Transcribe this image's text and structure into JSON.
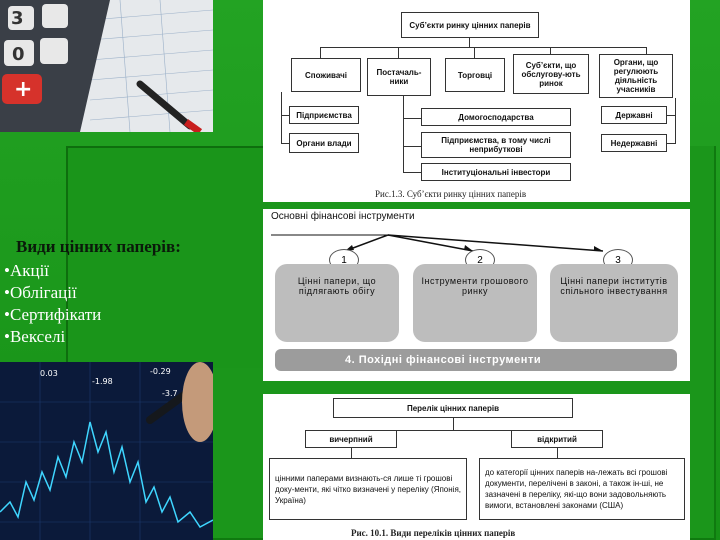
{
  "left_text": {
    "title": "Види цінних паперів:",
    "items": [
      "•Акції",
      "•Облігації",
      "•Сертифікати",
      "•Векселі"
    ]
  },
  "diagram1": {
    "top": "Суб’єкти ринку цінних паперів",
    "row": [
      "Споживачі",
      "Постачаль-ники",
      "Торговці",
      "Суб’єкти, що обслугову-ють ринок",
      "Органи, що регулюють діяльність учасників"
    ],
    "left_col": [
      "Підприємства",
      "Органи влади"
    ],
    "mid_col": [
      "Домогосподарства",
      "Підприємства, в тому числі неприбуткові",
      "Інституціональні інвестори"
    ],
    "right_col": [
      "Державні",
      "Недержавні"
    ],
    "caption": "Рис.1.3. Суб’єкти ринку цінних паперів"
  },
  "diagram2": {
    "heading": "Основні фінансові інструменти",
    "numbers": [
      "1",
      "2",
      "3"
    ],
    "pills": [
      "Цінні папери, що підлягають обігу",
      "Інструменти грошового ринку",
      "Цінні папери інститутів спільного інвестування"
    ],
    "bottom": "4. Похідні фінансові інструменти"
  },
  "diagram3": {
    "top": "Перелік цінних паперів",
    "left_head": "вичерпний",
    "right_head": "відкритий",
    "left_text": "цінними паперами визнають-ся лише ті грошові доку-менти, які чітко визначені у переліку (Японія, Україна)",
    "right_text": "до категорії цінних паперів на-лежать всі грошові документи, перелічені в законі, а також ін-ші, не зазначені в переліку, які-що вони задовольняють вимоги, встановлені законами (США)",
    "caption": "Рис. 10.1. Види переліків цінних паперів"
  }
}
